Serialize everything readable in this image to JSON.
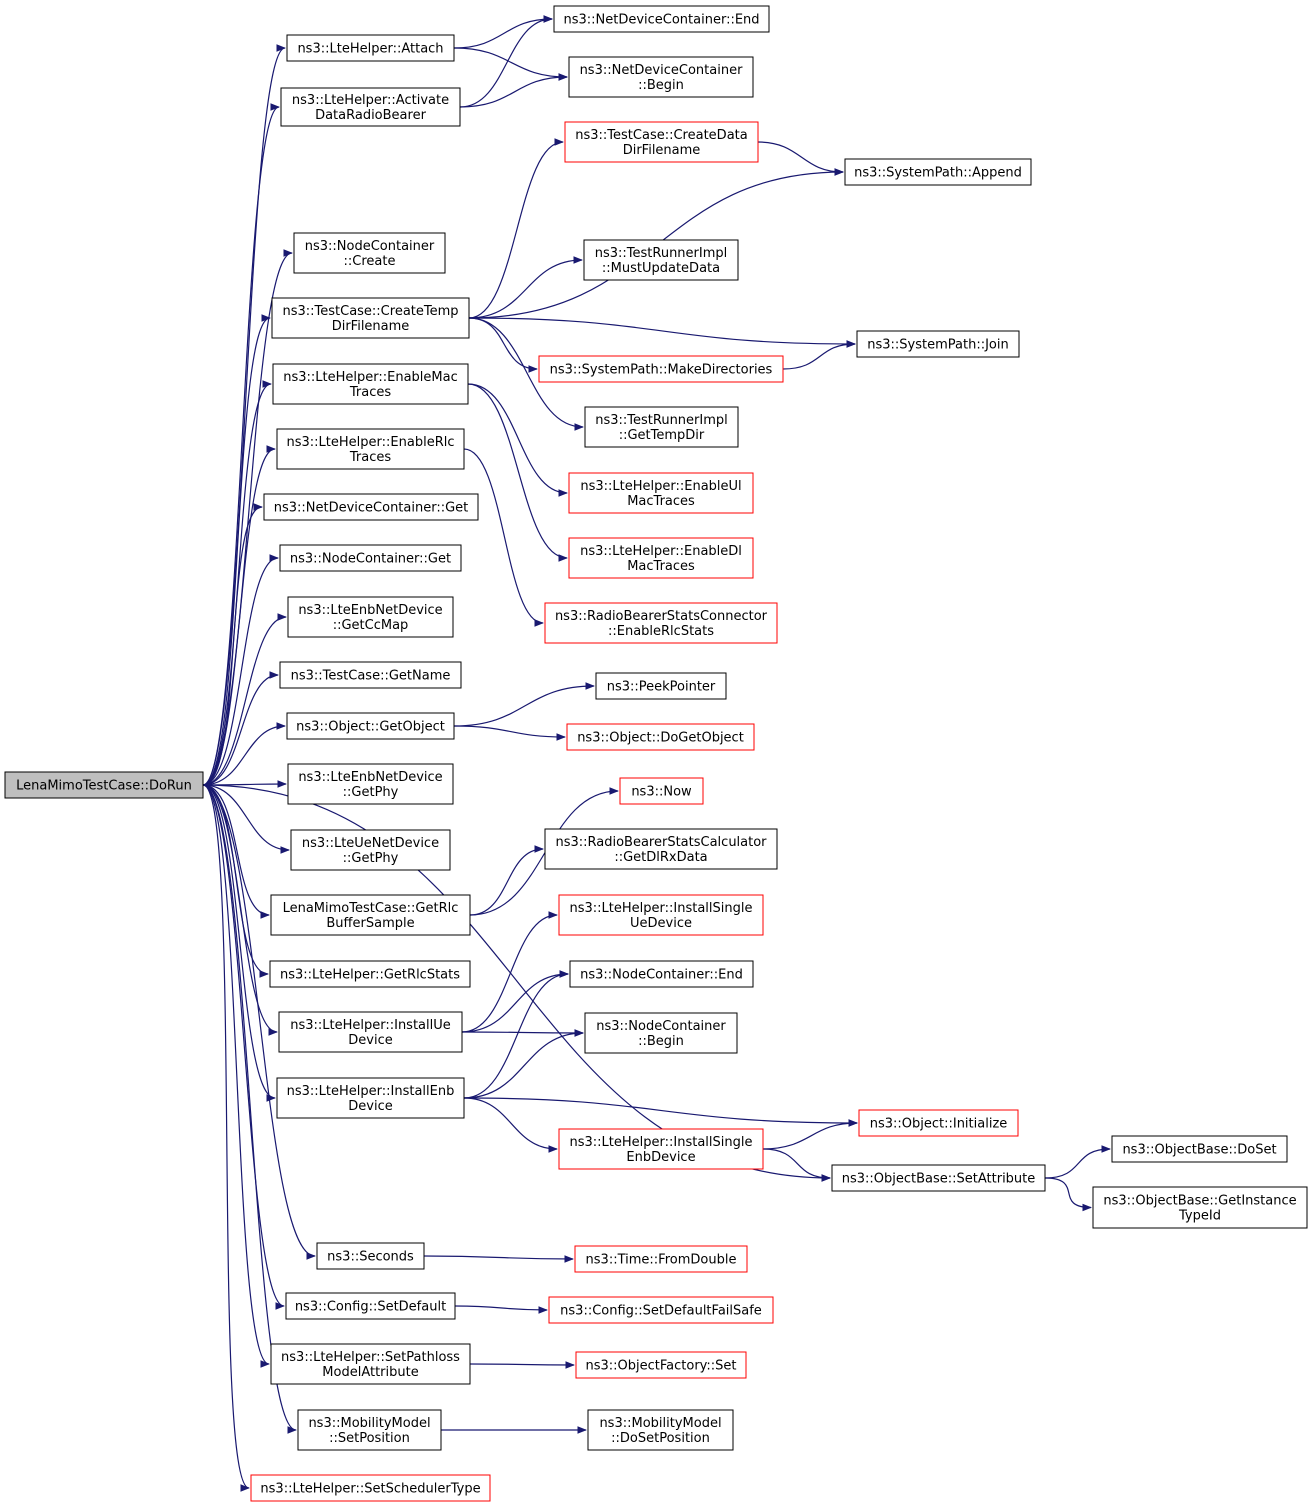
{
  "diagram": {
    "colors": {
      "edge": "#191970",
      "normal_border": "#000000",
      "error_border": "#ff0000",
      "root_fill": "#bfbfbf",
      "background": "#ffffff"
    },
    "nodes": [
      {
        "id": "root",
        "lines": [
          "LenaMimoTestCase::DoRun"
        ],
        "style": "root"
      },
      {
        "id": "attach",
        "lines": [
          "ns3::LteHelper::Attach"
        ],
        "style": "normal"
      },
      {
        "id": "activate",
        "lines": [
          "ns3::LteHelper::Activate",
          "DataRadioBearer"
        ],
        "style": "normal"
      },
      {
        "id": "ndcEnd",
        "lines": [
          "ns3::NetDeviceContainer::End"
        ],
        "style": "normal"
      },
      {
        "id": "ndcBegin",
        "lines": [
          "ns3::NetDeviceContainer",
          "::Begin"
        ],
        "style": "normal"
      },
      {
        "id": "nodeCreate",
        "lines": [
          "ns3::NodeContainer",
          "::Create"
        ],
        "style": "normal"
      },
      {
        "id": "tcCreateData",
        "lines": [
          "ns3::TestCase::CreateData",
          "DirFilename"
        ],
        "style": "red"
      },
      {
        "id": "spAppend",
        "lines": [
          "ns3::SystemPath::Append"
        ],
        "style": "normal"
      },
      {
        "id": "trMust",
        "lines": [
          "ns3::TestRunnerImpl",
          "::MustUpdateData"
        ],
        "style": "normal"
      },
      {
        "id": "tcCreateTemp",
        "lines": [
          "ns3::TestCase::CreateTemp",
          "DirFilename"
        ],
        "style": "normal"
      },
      {
        "id": "spJoin",
        "lines": [
          "ns3::SystemPath::Join"
        ],
        "style": "normal"
      },
      {
        "id": "spMakeDirs",
        "lines": [
          "ns3::SystemPath::MakeDirectories"
        ],
        "style": "red"
      },
      {
        "id": "trTemp",
        "lines": [
          "ns3::TestRunnerImpl",
          "::GetTempDir"
        ],
        "style": "normal"
      },
      {
        "id": "enMac",
        "lines": [
          "ns3::LteHelper::EnableMac",
          "Traces"
        ],
        "style": "normal"
      },
      {
        "id": "enUl",
        "lines": [
          "ns3::LteHelper::EnableUl",
          "MacTraces"
        ],
        "style": "red"
      },
      {
        "id": "enRlc",
        "lines": [
          "ns3::LteHelper::EnableRlc",
          "Traces"
        ],
        "style": "normal"
      },
      {
        "id": "enDl",
        "lines": [
          "ns3::LteHelper::EnableDl",
          "MacTraces"
        ],
        "style": "red"
      },
      {
        "id": "ndcGet",
        "lines": [
          "ns3::NetDeviceContainer::Get"
        ],
        "style": "normal"
      },
      {
        "id": "rbsEnable",
        "lines": [
          "ns3::RadioBearerStatsConnector",
          "::EnableRlcStats"
        ],
        "style": "red"
      },
      {
        "id": "ncGet",
        "lines": [
          "ns3::NodeContainer::Get"
        ],
        "style": "normal"
      },
      {
        "id": "ccMap",
        "lines": [
          "ns3::LteEnbNetDevice",
          "::GetCcMap"
        ],
        "style": "normal"
      },
      {
        "id": "tcName",
        "lines": [
          "ns3::TestCase::GetName"
        ],
        "style": "normal"
      },
      {
        "id": "peek",
        "lines": [
          "ns3::PeekPointer"
        ],
        "style": "normal"
      },
      {
        "id": "objGet",
        "lines": [
          "ns3::Object::GetObject"
        ],
        "style": "normal"
      },
      {
        "id": "objDoGet",
        "lines": [
          "ns3::Object::DoGetObject"
        ],
        "style": "red"
      },
      {
        "id": "enbPhy",
        "lines": [
          "ns3::LteEnbNetDevice",
          "::GetPhy"
        ],
        "style": "normal"
      },
      {
        "id": "now",
        "lines": [
          "ns3::Now"
        ],
        "style": "red"
      },
      {
        "id": "rbsCalc",
        "lines": [
          "ns3::RadioBearerStatsCalculator",
          "::GetDlRxData"
        ],
        "style": "normal"
      },
      {
        "id": "uePhy",
        "lines": [
          "ns3::LteUeNetDevice",
          "::GetPhy"
        ],
        "style": "normal"
      },
      {
        "id": "rlcBuf",
        "lines": [
          "LenaMimoTestCase::GetRlc",
          "BufferSample"
        ],
        "style": "normal"
      },
      {
        "id": "instSingleUe",
        "lines": [
          "ns3::LteHelper::InstallSingle",
          "UeDevice"
        ],
        "style": "red"
      },
      {
        "id": "getRlcStats",
        "lines": [
          "ns3::LteHelper::GetRlcStats"
        ],
        "style": "normal"
      },
      {
        "id": "ncEnd",
        "lines": [
          "ns3::NodeContainer::End"
        ],
        "style": "normal"
      },
      {
        "id": "instUe",
        "lines": [
          "ns3::LteHelper::InstallUe",
          "Device"
        ],
        "style": "normal"
      },
      {
        "id": "ncBegin",
        "lines": [
          "ns3::NodeContainer",
          "::Begin"
        ],
        "style": "normal"
      },
      {
        "id": "instEnb",
        "lines": [
          "ns3::LteHelper::InstallEnb",
          "Device"
        ],
        "style": "normal"
      },
      {
        "id": "objInit",
        "lines": [
          "ns3::Object::Initialize"
        ],
        "style": "red"
      },
      {
        "id": "instSingleEnb",
        "lines": [
          "ns3::LteHelper::InstallSingle",
          "EnbDevice"
        ],
        "style": "red"
      },
      {
        "id": "obDoSet",
        "lines": [
          "ns3::ObjectBase::DoSet"
        ],
        "style": "normal"
      },
      {
        "id": "obSetAttr",
        "lines": [
          "ns3::ObjectBase::SetAttribute"
        ],
        "style": "normal"
      },
      {
        "id": "obGetType",
        "lines": [
          "ns3::ObjectBase::GetInstance",
          "TypeId"
        ],
        "style": "normal"
      },
      {
        "id": "seconds",
        "lines": [
          "ns3::Seconds"
        ],
        "style": "normal"
      },
      {
        "id": "fromDouble",
        "lines": [
          "ns3::Time::FromDouble"
        ],
        "style": "red"
      },
      {
        "id": "cfgSetDef",
        "lines": [
          "ns3::Config::SetDefault"
        ],
        "style": "normal"
      },
      {
        "id": "cfgFailSafe",
        "lines": [
          "ns3::Config::SetDefaultFailSafe"
        ],
        "style": "red"
      },
      {
        "id": "setPathloss",
        "lines": [
          "ns3::LteHelper::SetPathloss",
          "ModelAttribute"
        ],
        "style": "normal"
      },
      {
        "id": "ofSet",
        "lines": [
          "ns3::ObjectFactory::Set"
        ],
        "style": "red"
      },
      {
        "id": "mmSetPos",
        "lines": [
          "ns3::MobilityModel",
          "::SetPosition"
        ],
        "style": "normal"
      },
      {
        "id": "mmDoSetPos",
        "lines": [
          "ns3::MobilityModel",
          "::DoSetPosition"
        ],
        "style": "normal"
      },
      {
        "id": "setSched",
        "lines": [
          "ns3::LteHelper::SetSchedulerType"
        ],
        "style": "red"
      }
    ],
    "edges": [
      [
        "root",
        "attach"
      ],
      [
        "root",
        "activate"
      ],
      [
        "root",
        "nodeCreate"
      ],
      [
        "root",
        "tcCreateTemp"
      ],
      [
        "root",
        "enMac"
      ],
      [
        "root",
        "enRlc"
      ],
      [
        "root",
        "ndcGet"
      ],
      [
        "root",
        "ncGet"
      ],
      [
        "root",
        "ccMap"
      ],
      [
        "root",
        "tcName"
      ],
      [
        "root",
        "objGet"
      ],
      [
        "root",
        "enbPhy"
      ],
      [
        "root",
        "uePhy"
      ],
      [
        "root",
        "rlcBuf"
      ],
      [
        "root",
        "getRlcStats"
      ],
      [
        "root",
        "instUe"
      ],
      [
        "root",
        "instEnb"
      ],
      [
        "root",
        "obSetAttr"
      ],
      [
        "root",
        "seconds"
      ],
      [
        "root",
        "cfgSetDef"
      ],
      [
        "root",
        "setPathloss"
      ],
      [
        "root",
        "mmSetPos"
      ],
      [
        "root",
        "setSched"
      ],
      [
        "attach",
        "ndcEnd"
      ],
      [
        "attach",
        "ndcBegin"
      ],
      [
        "activate",
        "ndcEnd"
      ],
      [
        "activate",
        "ndcBegin"
      ],
      [
        "tcCreateTemp",
        "tcCreateData"
      ],
      [
        "tcCreateTemp",
        "spAppend"
      ],
      [
        "tcCreateTemp",
        "trMust"
      ],
      [
        "tcCreateTemp",
        "spJoin"
      ],
      [
        "tcCreateTemp",
        "spMakeDirs"
      ],
      [
        "tcCreateTemp",
        "trTemp"
      ],
      [
        "tcCreateData",
        "spAppend"
      ],
      [
        "spMakeDirs",
        "spJoin"
      ],
      [
        "enMac",
        "enUl"
      ],
      [
        "enMac",
        "enDl"
      ],
      [
        "enRlc",
        "rbsEnable"
      ],
      [
        "objGet",
        "peek"
      ],
      [
        "objGet",
        "objDoGet"
      ],
      [
        "rlcBuf",
        "now"
      ],
      [
        "rlcBuf",
        "rbsCalc"
      ],
      [
        "instUe",
        "instSingleUe"
      ],
      [
        "instUe",
        "ncEnd"
      ],
      [
        "instUe",
        "ncBegin"
      ],
      [
        "instEnb",
        "ncEnd"
      ],
      [
        "instEnb",
        "ncBegin"
      ],
      [
        "instEnb",
        "objInit"
      ],
      [
        "instEnb",
        "instSingleEnb"
      ],
      [
        "instSingleEnb",
        "objInit"
      ],
      [
        "instSingleEnb",
        "obSetAttr"
      ],
      [
        "obSetAttr",
        "obDoSet"
      ],
      [
        "obSetAttr",
        "obGetType"
      ],
      [
        "seconds",
        "fromDouble"
      ],
      [
        "cfgSetDef",
        "cfgFailSafe"
      ],
      [
        "setPathloss",
        "ofSet"
      ],
      [
        "mmSetPos",
        "mmDoSetPos"
      ]
    ]
  }
}
